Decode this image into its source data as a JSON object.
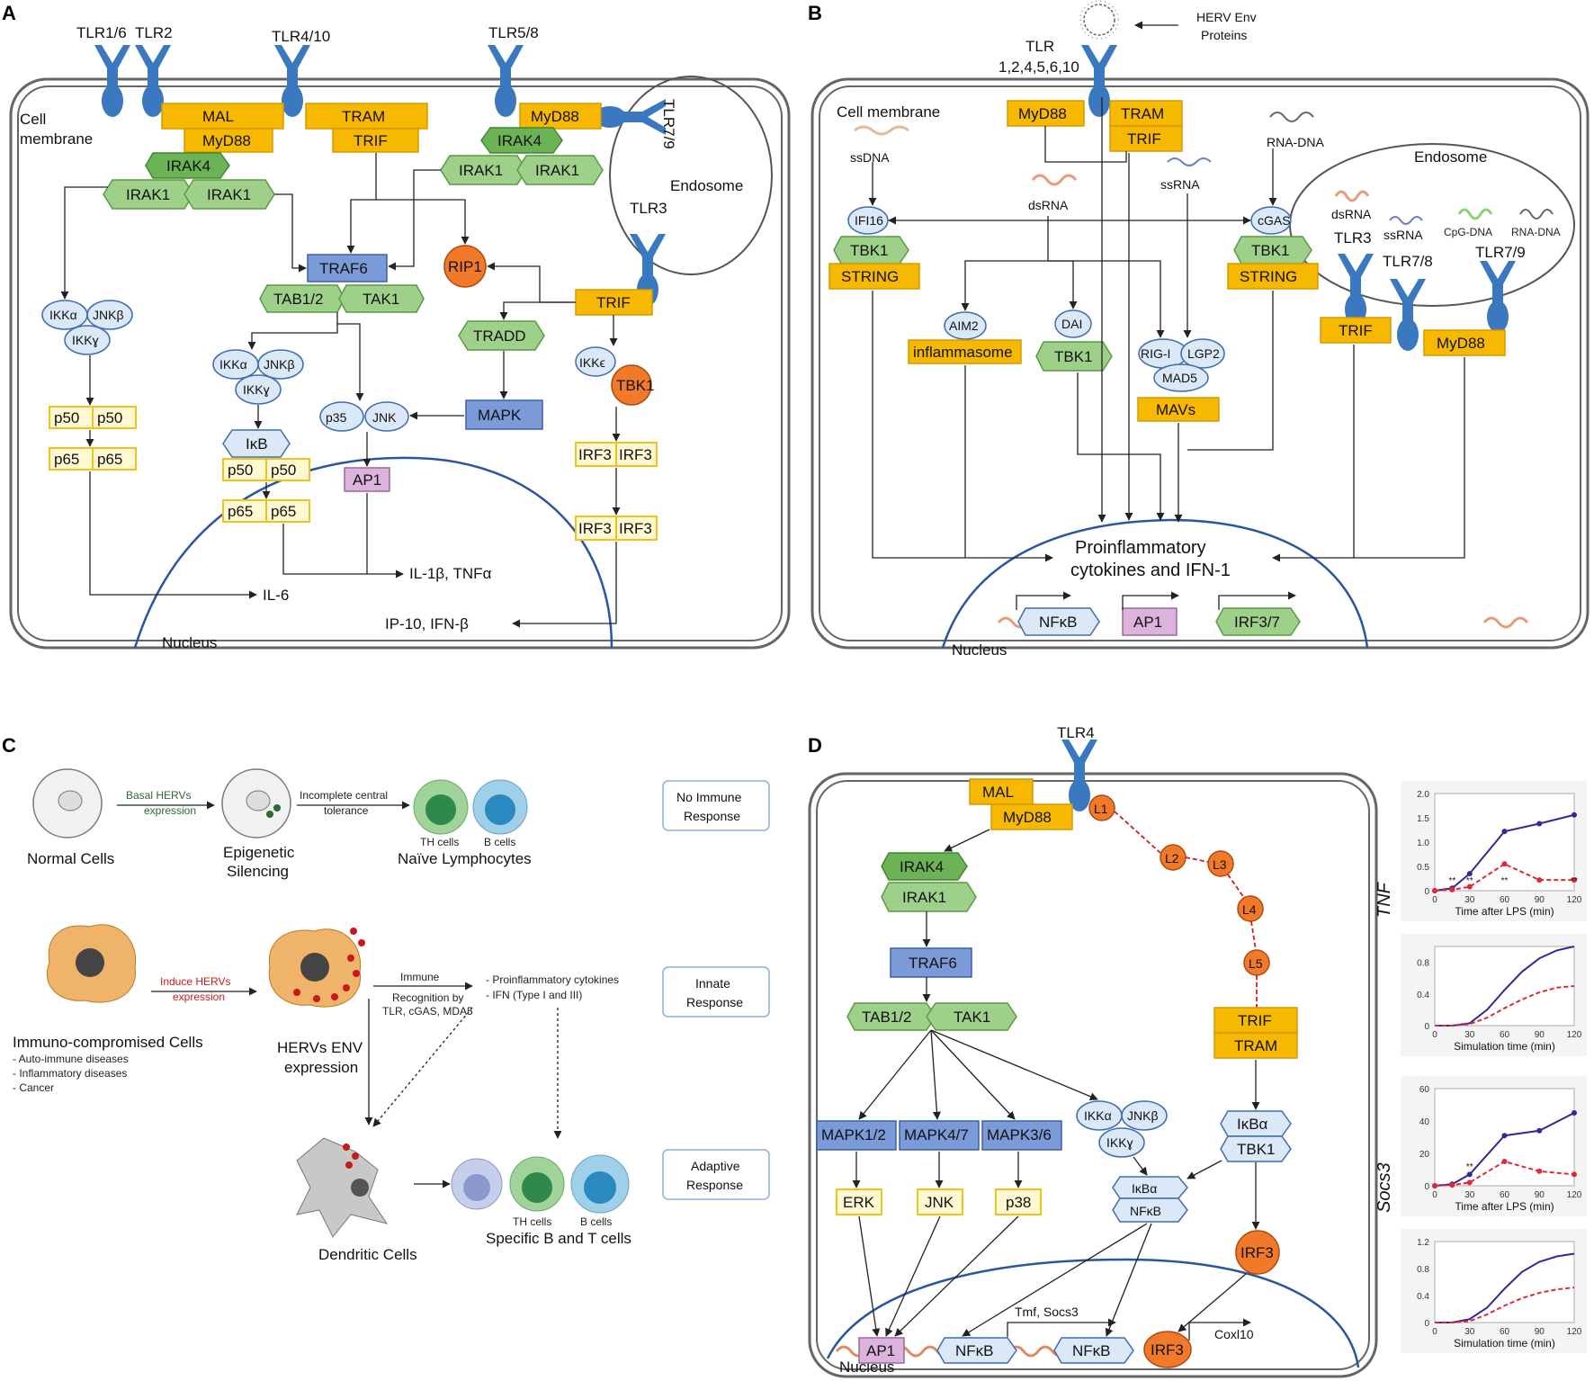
{
  "panels": {
    "a": "A",
    "b": "B",
    "c": "C",
    "d": "D"
  },
  "colors": {
    "adaptor": "#f6b800",
    "kinase_green": "#9fd08a",
    "traf_blue": "#7b9bd8",
    "tbk1_orange": "#f07a2a",
    "tlr_blue": "#3a78c0",
    "nucleus": "#2a55a0"
  },
  "panel_a": {
    "receptors": [
      "TLR1/6",
      "TLR2",
      "TLR4/10",
      "TLR5/8",
      "TLR7/9",
      "TLR3"
    ],
    "membrane": [
      "Cell",
      "membrane"
    ],
    "endosome": "Endosome",
    "nucleus": "Nucleus",
    "nodes": {
      "mal": "MAL",
      "myd88_left": "MyD88",
      "tram": "TRAM",
      "trif_top": "TRIF",
      "myd88_right": "MyD88",
      "irak4_left": "IRAK4",
      "irak1": "IRAK1",
      "irak4_right": "IRAK4",
      "traf6": "TRAF6",
      "tab12": "TAB1/2",
      "tak1": "TAK1",
      "rip1": "RIP1",
      "trif_mid": "TRIF",
      "tradd": "TRADD",
      "mapk": "MAPK",
      "ikke": "IKKϵ",
      "tbk1": "TBK1",
      "ikka": "IKKα",
      "jnkb": "JNKβ",
      "ikkg": "IKKɣ",
      "ikb": "IκB",
      "p50": "p50",
      "p65": "p65",
      "p35": "p35",
      "jnk": "JNK",
      "ap1": "AP1",
      "irf3": "IRF3"
    },
    "outputs": {
      "il6": "IL-6",
      "il1b": "IL-1β, TNFα",
      "ip10": "IP-10, IFN-β"
    }
  },
  "panel_b": {
    "virus_label": [
      "HERV Env",
      "Proteins"
    ],
    "tlr": [
      "TLR",
      "1,2,4,5,6,10"
    ],
    "membrane": "Cell membrane",
    "endosome": "Endosome",
    "nucleus": "Nucleus",
    "nucleic": {
      "ssdna": "ssDNA",
      "dsrna": "dsRNA",
      "ssrna": "ssRNA",
      "rnadna": "RNA-DNA",
      "cpgdna": "CpG-DNA"
    },
    "nodes": {
      "myd88": "MyD88",
      "tram": "TRAM",
      "trif": "TRIF",
      "ifi16": "IFI16",
      "tbk1": "TBK1",
      "string": "STRING",
      "cgas": "cGAS",
      "aim2": "AIM2",
      "inflammasome": "inflammasome",
      "dai": "DAI",
      "rigi": "RIG-I",
      "lgp2": "LGP2",
      "mad5": "MAD5",
      "mavs": "MAVs",
      "tlr3": "TLR3",
      "tlr78": "TLR7/8",
      "tlr79": "TLR7/9"
    },
    "output": [
      "Proinflammatory",
      "cytokines and IFN-1"
    ],
    "genes": {
      "nfkb": "NFκB",
      "ap1": "AP1",
      "irf37": "IRF3/7"
    }
  },
  "panel_c": {
    "normal_cells": "Normal Cells",
    "basal": [
      "Basal HERVs",
      "expression"
    ],
    "epigenetic": [
      "Epigenetic",
      "Silencing"
    ],
    "incomplete": [
      "Incomplete central",
      "tolerance"
    ],
    "th": "TH cells",
    "bcells": "B cells",
    "naive": "Naïve Lymphocytes",
    "no_response": [
      "No Immune",
      "Response"
    ],
    "immuno": "Immuno-compromised Cells",
    "diseases": [
      "- Auto-immune diseases",
      "- Inflammatory diseases",
      "- Cancer"
    ],
    "induce": [
      "Induce HERVs",
      "expression"
    ],
    "herv_env": [
      "HERVs ENV",
      "expression"
    ],
    "immune_recog": [
      "Immune",
      "Recognition by",
      "TLR, cGAS, MDA5"
    ],
    "cytokines": [
      "- Proinflammatory cytokines",
      "- IFN (Type I and III)"
    ],
    "innate": [
      "Innate",
      "Response"
    ],
    "dendritic": "Dendritic Cells",
    "specific": "Specific B and T cells",
    "adaptive": [
      "Adaptive",
      "Response"
    ]
  },
  "panel_d": {
    "receptor": "TLR4",
    "nucleus": "Nucleus",
    "nodes": {
      "mal": "MAL",
      "myd88": "MyD88",
      "irak4": "IRAK4",
      "irak1": "IRAK1",
      "traf6": "TRAF6",
      "tab12": "TAB1/2",
      "tak1": "TAK1",
      "mapk12": "MAPK1/2",
      "mapk47": "MAPK4/7",
      "mapk36": "MAPK3/6",
      "erk": "ERK",
      "jnk": "JNK",
      "p38": "p38",
      "ikka": "IKKα",
      "jnkb": "JNKβ",
      "ikkg": "IKKɣ",
      "ikba": "IκBα",
      "nfkb": "NFκB",
      "tbk1": "TBK1",
      "irf3": "IRF3",
      "trif": "TRIF",
      "tram": "TRAM",
      "ap1": "AP1"
    },
    "links": [
      "L1",
      "L2",
      "L3",
      "L4",
      "L5"
    ],
    "gene_labels": {
      "tmf": "Tmf, Socs3",
      "cxcl10": "Coxl10"
    }
  },
  "chart_data": [
    {
      "type": "line",
      "title": "",
      "ylabel": "TNF",
      "xlabel": "Time after LPS (min)",
      "x": [
        0,
        15,
        30,
        60,
        90,
        120
      ],
      "ylim": [
        0,
        2.0
      ],
      "yticks": [
        "0",
        "0.5",
        "1.0",
        "1.5",
        "2.0"
      ],
      "xticks": [
        "0",
        "30",
        "60",
        "90",
        "120"
      ],
      "series": [
        {
          "values": [
            0,
            0.05,
            0.35,
            1.22,
            1.38,
            1.56
          ]
        },
        {
          "values": [
            0,
            0.02,
            0.08,
            0.55,
            0.22,
            0.22
          ]
        }
      ],
      "annotations": [
        "**",
        "**",
        "**",
        "**"
      ]
    },
    {
      "type": "line",
      "xlabel": "Simulation time (min)",
      "x": [
        0,
        15,
        30,
        45,
        60,
        75,
        90,
        105,
        120
      ],
      "ylim": [
        0,
        1.0
      ],
      "yticks": [
        "0",
        "0.4",
        "0.8"
      ],
      "xticks": [
        "0",
        "30",
        "60",
        "90",
        "120"
      ],
      "series": [
        {
          "values": [
            0,
            0,
            0.03,
            0.2,
            0.45,
            0.68,
            0.85,
            0.95,
            1.0
          ]
        },
        {
          "values": [
            0,
            0,
            0.02,
            0.1,
            0.22,
            0.33,
            0.42,
            0.48,
            0.5
          ]
        }
      ]
    },
    {
      "type": "line",
      "ylabel": "Socs3",
      "xlabel": "Time after LPS (min)",
      "x": [
        0,
        15,
        30,
        60,
        90,
        120
      ],
      "ylim": [
        0,
        60
      ],
      "yticks": [
        "0",
        "20",
        "40",
        "60"
      ],
      "xticks": [
        "0",
        "30",
        "60",
        "90",
        "120"
      ],
      "series": [
        {
          "values": [
            0,
            1,
            7,
            31,
            34,
            45
          ]
        },
        {
          "values": [
            0,
            0.5,
            2,
            15,
            9,
            7
          ]
        }
      ],
      "annotations": [
        "**"
      ]
    },
    {
      "type": "line",
      "xlabel": "Simulation time (min)",
      "x": [
        0,
        15,
        30,
        45,
        60,
        75,
        90,
        105,
        120
      ],
      "ylim": [
        0,
        1.2
      ],
      "yticks": [
        "0",
        "0.4",
        "0.8",
        "1.2"
      ],
      "xticks": [
        "0",
        "30",
        "60",
        "90",
        "120"
      ],
      "series": [
        {
          "values": [
            0,
            0,
            0.05,
            0.22,
            0.5,
            0.75,
            0.9,
            0.98,
            1.02
          ]
        },
        {
          "values": [
            0,
            0,
            0.02,
            0.12,
            0.25,
            0.36,
            0.44,
            0.49,
            0.52
          ]
        }
      ]
    }
  ]
}
